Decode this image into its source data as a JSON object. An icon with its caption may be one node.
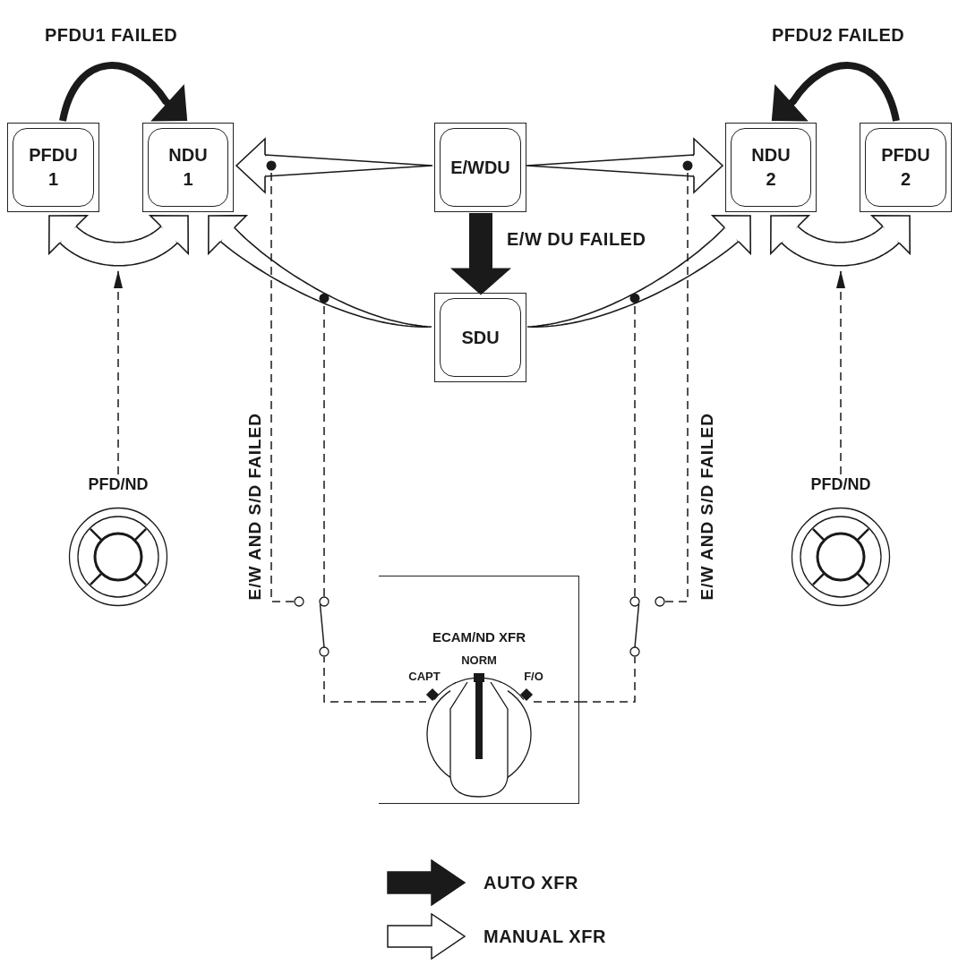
{
  "diagram": {
    "nodes": [
      {
        "text": [
          "PFDU 1"
        ]
      },
      {
        "text": [
          "NDU 1"
        ]
      },
      {
        "text": [
          "E/WDU"
        ]
      },
      {
        "text": [
          "NDU 2"
        ]
      },
      {
        "text": [
          "PFDU 2"
        ]
      },
      {
        "text": [
          "SDU"
        ]
      },
      {
        "text": [
          "PFD/ND"
        ]
      },
      {
        "text": [
          "PFD/ND"
        ]
      },
      {
        "text": [],
        "shape": "picture"
      },
      {
        "text": [
          "ECAM/ND XFR",
          "NORM",
          "CAPT",
          "F/O"
        ]
      },
      {
        "text": [],
        "shape": "picture"
      }
    ],
    "edges": [
      {
        "from": 0,
        "to": 1,
        "arrow": "to",
        "label": "PFDU1 FAILED",
        "style": "thick"
      },
      {
        "from": 4,
        "to": 3,
        "arrow": "to",
        "label": "PFDU2 FAILED",
        "style": "thick"
      },
      {
        "from": 2,
        "to": 1,
        "arrow": "to"
      },
      {
        "from": 2,
        "to": 3,
        "arrow": "to"
      },
      {
        "from": 2,
        "to": 5,
        "arrow": "to",
        "label": "E/W DU FAILED",
        "style": "thick"
      },
      {
        "from": 5,
        "to": 1,
        "arrow": "to"
      },
      {
        "from": 5,
        "to": 3,
        "arrow": "to"
      },
      {
        "from": 0,
        "to": 1,
        "arrow": "both"
      },
      {
        "from": 3,
        "to": 4,
        "arrow": "both"
      },
      {
        "from": 6,
        "to": null,
        "arrow": "to",
        "style": "dashed"
      },
      {
        "from": 7,
        "to": null,
        "arrow": "to",
        "style": "dashed"
      },
      {
        "from": 9,
        "to": 8,
        "arrow": "none",
        "style": "dashed"
      },
      {
        "from": 8,
        "to": null,
        "arrow": "other",
        "style": "dashed"
      },
      {
        "from": 8,
        "to": null,
        "arrow": "other",
        "style": "dashed",
        "label": "E/W AND S/D FAILED"
      },
      {
        "from": 9,
        "to": 10,
        "arrow": "none",
        "style": "dashed"
      },
      {
        "from": 10,
        "to": null,
        "arrow": "other",
        "style": "dashed"
      },
      {
        "from": 10,
        "to": null,
        "arrow": "other",
        "style": "dashed",
        "label": "E/W AND S/D FAILED"
      }
    ],
    "legend": [
      {
        "text": "AUTO XFR"
      },
      {
        "text": "MANUAL XFR"
      }
    ]
  }
}
